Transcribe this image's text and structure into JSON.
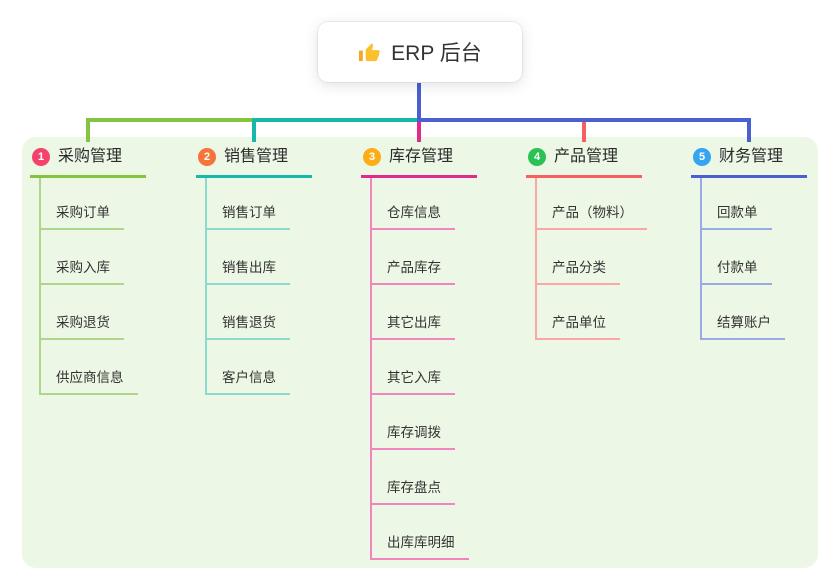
{
  "root": {
    "label": "ERP 后台",
    "icon": "thumbs-up-icon",
    "connector_color": "#4a5fd0"
  },
  "panel": {
    "background": "#edf7e6"
  },
  "branches": [
    {
      "number": "1",
      "label": "采购管理",
      "badge_color": "#f4436a",
      "line_color": "#85c43e",
      "child_line_color": "#aed688",
      "children": [
        "采购订单",
        "采购入库",
        "采购退货",
        "供应商信息"
      ]
    },
    {
      "number": "2",
      "label": "销售管理",
      "badge_color": "#f5743a",
      "line_color": "#17b8a9",
      "child_line_color": "#8bd9cf",
      "children": [
        "销售订单",
        "销售出库",
        "销售退货",
        "客户信息"
      ]
    },
    {
      "number": "3",
      "label": "库存管理",
      "badge_color": "#fbae17",
      "line_color": "#e02a8c",
      "child_line_color": "#f285bf",
      "children": [
        "仓库信息",
        "产品库存",
        "其它出库",
        "其它入库",
        "库存调拨",
        "库存盘点",
        "出库库明细"
      ]
    },
    {
      "number": "4",
      "label": "产品管理",
      "badge_color": "#2cc155",
      "line_color": "#f95f5e",
      "child_line_color": "#fba7a6",
      "children": [
        "产品（物料）",
        "产品分类",
        "产品单位"
      ]
    },
    {
      "number": "5",
      "label": "财务管理",
      "badge_color": "#34a5ee",
      "line_color": "#4a5fd0",
      "child_line_color": "#9aaae7",
      "children": [
        "回款单",
        "付款单",
        "结算账户"
      ]
    }
  ]
}
